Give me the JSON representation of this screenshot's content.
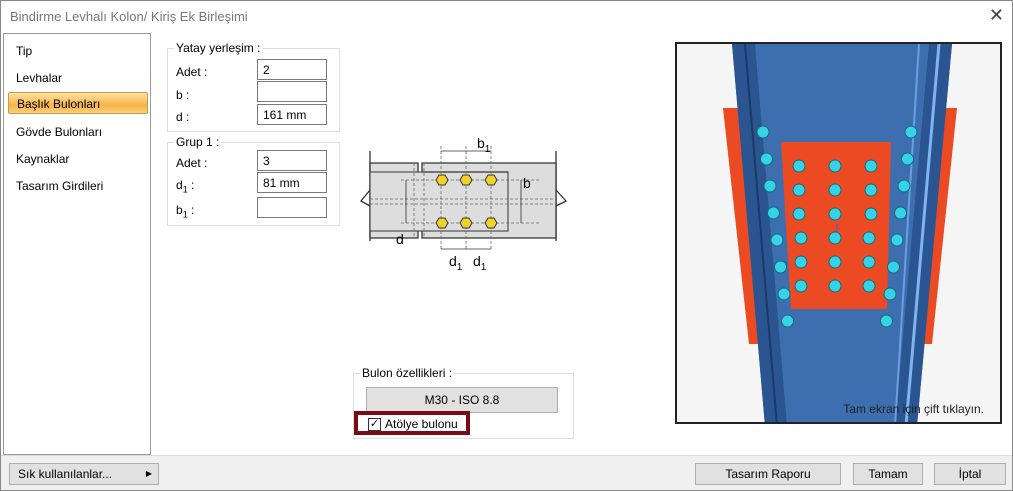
{
  "title": "Bindirme Levhalı Kolon/ Kiriş Ek Birleşimi",
  "sidebar": {
    "items": [
      {
        "label": "Tip"
      },
      {
        "label": "Levhalar"
      },
      {
        "label": "Başlık Bulonları"
      },
      {
        "label": "Gövde Bulonları"
      },
      {
        "label": "Kaynaklar"
      },
      {
        "label": "Tasarım Girdileri"
      }
    ]
  },
  "yatay": {
    "title": "Yatay yerleşim :",
    "adet_label": "Adet :",
    "adet": "2",
    "b_label": "b :",
    "b": "",
    "d_label": "d :",
    "d": "161 mm"
  },
  "grup": {
    "title": "Grup 1 :",
    "adet_label": "Adet :",
    "adet": "3",
    "d1_label": "d",
    "b1_label": "b",
    "sub": "1",
    "colon": " :",
    "d1": "81 mm",
    "b1": ""
  },
  "diagram": {
    "b1": "b",
    "b": "b",
    "d": "d",
    "d1": "d",
    "sub": "1"
  },
  "bulon": {
    "title": "Bulon özellikleri :",
    "button": "M30 - ISO 8.8",
    "atolye_label": "Atölye bulonu",
    "atolye_checked": true
  },
  "viewer": {
    "hint": "Tam ekran için çift tıklayın."
  },
  "footer": {
    "favorites": "Sık kullanılanlar...",
    "report": "Tasarım Raporu",
    "ok": "Tamam",
    "cancel": "İptal"
  },
  "colors": {
    "steel": "#3d6fb0",
    "plate": "#ec4a23",
    "bolt": "#35d3e8",
    "bolt_diagram": "#f2d22a"
  }
}
